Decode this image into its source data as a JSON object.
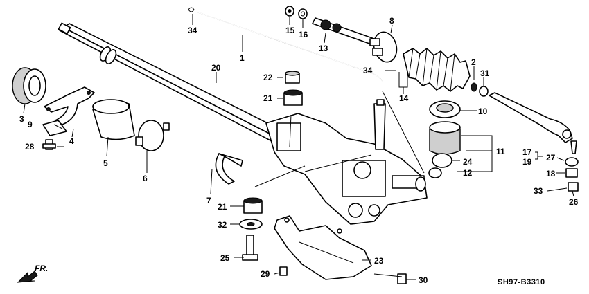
{
  "diagram": {
    "code": "SH97-B3310",
    "direction_label": "FR.",
    "callouts": {
      "c1": "1",
      "c2": "2",
      "c3": "3",
      "c4": "4",
      "c5": "5",
      "c6": "6",
      "c7": "7",
      "c8": "8",
      "c9": "9",
      "c10": "10",
      "c11": "11",
      "c12": "12",
      "c13": "13",
      "c14": "14",
      "c15": "15",
      "c16": "16",
      "c17": "17",
      "c18": "18",
      "c19": "19",
      "c20": "20",
      "c21a": "21",
      "c21b": "21",
      "c22": "22",
      "c23": "23",
      "c24": "24",
      "c25": "25",
      "c26": "26",
      "c27": "27",
      "c28": "28",
      "c29": "29",
      "c30": "30",
      "c31": "31",
      "c32": "32",
      "c33": "33",
      "c34a": "34",
      "c34b": "34"
    }
  }
}
